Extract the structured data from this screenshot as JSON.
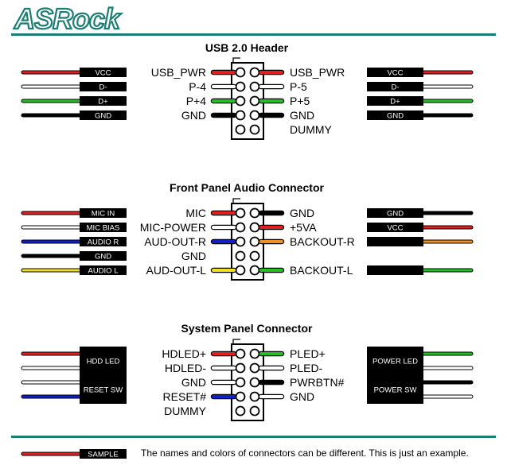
{
  "brand": {
    "logo_text": "ASRock",
    "accent_color": "#1a7e73"
  },
  "wire_colors": {
    "red": "#e02020",
    "white": "#ffffff",
    "green": "#22c022",
    "black": "#000000",
    "blue": "#1020c8",
    "yellow": "#f0e020",
    "orange": "#f09020"
  },
  "sections": [
    {
      "id": "usb",
      "title": "USB 2.0 Header",
      "rows": 5,
      "left": [
        {
          "row": 0,
          "label": "USB_PWR",
          "plug": "red"
        },
        {
          "row": 1,
          "label": "P-4",
          "plug": "white"
        },
        {
          "row": 2,
          "label": "P+4",
          "plug": "green"
        },
        {
          "row": 3,
          "label": "GND",
          "plug": "black"
        }
      ],
      "right": [
        {
          "row": 0,
          "label": "USB_PWR",
          "plug": "red"
        },
        {
          "row": 1,
          "label": "P-5",
          "plug": "white"
        },
        {
          "row": 2,
          "label": "P+5",
          "plug": "green"
        },
        {
          "row": 3,
          "label": "GND",
          "plug": "black"
        },
        {
          "row": 4,
          "label": "DUMMY",
          "plug": null
        }
      ],
      "left_connectors": [
        {
          "label": "VCC",
          "wires": [
            {
              "row": 0,
              "color": "red"
            }
          ]
        },
        {
          "label": "D-",
          "wires": [
            {
              "row": 1,
              "color": "white"
            }
          ]
        },
        {
          "label": "D+",
          "wires": [
            {
              "row": 2,
              "color": "green"
            }
          ]
        },
        {
          "label": "GND",
          "wires": [
            {
              "row": 3,
              "color": "black"
            }
          ]
        }
      ],
      "right_connectors": [
        {
          "label": "VCC",
          "wires": [
            {
              "row": 0,
              "color": "red"
            }
          ]
        },
        {
          "label": "D-",
          "wires": [
            {
              "row": 1,
              "color": "white"
            }
          ]
        },
        {
          "label": "D+",
          "wires": [
            {
              "row": 2,
              "color": "green"
            }
          ]
        },
        {
          "label": "GND",
          "wires": [
            {
              "row": 3,
              "color": "black"
            }
          ]
        }
      ]
    },
    {
      "id": "audio",
      "title": "Front Panel Audio Connector",
      "rows": 5,
      "left": [
        {
          "row": 0,
          "label": "MIC",
          "plug": "red"
        },
        {
          "row": 1,
          "label": "MIC-POWER",
          "plug": "white"
        },
        {
          "row": 2,
          "label": "AUD-OUT-R",
          "plug": "blue"
        },
        {
          "row": 3,
          "label": "GND",
          "plug": null
        },
        {
          "row": 4,
          "label": "AUD-OUT-L",
          "plug": "yellow"
        }
      ],
      "right": [
        {
          "row": 0,
          "label": "GND",
          "plug": "black"
        },
        {
          "row": 1,
          "label": "+5VA",
          "plug": "red"
        },
        {
          "row": 2,
          "label": "BACKOUT-R",
          "plug": "orange"
        },
        {
          "row": 4,
          "label": "BACKOUT-L",
          "plug": "green"
        }
      ],
      "left_connectors": [
        {
          "label": "MIC IN",
          "wires": [
            {
              "row": 0,
              "color": "red"
            }
          ]
        },
        {
          "label": "MIC BIAS",
          "wires": [
            {
              "row": 1,
              "color": "white"
            }
          ]
        },
        {
          "label": "AUDIO R",
          "wires": [
            {
              "row": 2,
              "color": "blue"
            }
          ]
        },
        {
          "label": "GND",
          "wires": [
            {
              "row": 3,
              "color": "black"
            }
          ]
        },
        {
          "label": "AUDIO L",
          "wires": [
            {
              "row": 4,
              "color": "yellow"
            }
          ]
        }
      ],
      "right_connectors": [
        {
          "label": "GND",
          "wires": [
            {
              "row": 0,
              "color": "black"
            }
          ]
        },
        {
          "label": "VCC",
          "wires": [
            {
              "row": 1,
              "color": "red"
            }
          ]
        },
        {
          "label": "",
          "wires": [
            {
              "row": 2,
              "color": "orange"
            }
          ]
        },
        {
          "label": "",
          "wires": [
            {
              "row": 4,
              "color": "green"
            }
          ]
        }
      ]
    },
    {
      "id": "system",
      "title": "System Panel Connector",
      "rows": 5,
      "left": [
        {
          "row": 0,
          "label": "HDLED+",
          "plug": "red"
        },
        {
          "row": 1,
          "label": "HDLED-",
          "plug": "white"
        },
        {
          "row": 2,
          "label": "GND",
          "plug": "white"
        },
        {
          "row": 3,
          "label": "RESET#",
          "plug": "blue"
        },
        {
          "row": 4,
          "label": "DUMMY",
          "plug": null
        }
      ],
      "right": [
        {
          "row": 0,
          "label": "PLED+",
          "plug": "green"
        },
        {
          "row": 1,
          "label": "PLED-",
          "plug": "white"
        },
        {
          "row": 2,
          "label": "PWRBTN#",
          "plug": "black"
        },
        {
          "row": 3,
          "label": "GND",
          "plug": "white"
        }
      ],
      "left_connectors": [
        {
          "label": "HDD LED",
          "wires": [
            {
              "row": 0,
              "color": "red"
            },
            {
              "row": 1,
              "color": "white"
            }
          ]
        },
        {
          "label": "RESET SW",
          "wires": [
            {
              "row": 2,
              "color": "white"
            },
            {
              "row": 3,
              "color": "blue"
            }
          ]
        }
      ],
      "right_connectors": [
        {
          "label": "POWER LED",
          "wires": [
            {
              "row": 0,
              "color": "green"
            },
            {
              "row": 1,
              "color": "white"
            }
          ]
        },
        {
          "label": "POWER SW",
          "wires": [
            {
              "row": 2,
              "color": "black"
            },
            {
              "row": 3,
              "color": "white"
            }
          ]
        }
      ]
    }
  ],
  "footer": {
    "sample_label": "SAMPLE",
    "sample_color": "red",
    "note": "The names and colors of connectors can be different. This is just an example."
  }
}
